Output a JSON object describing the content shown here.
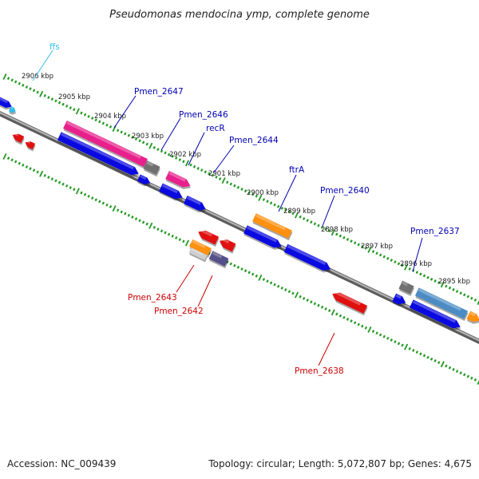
{
  "title": "Pseudomonas mendocina ymp, complete genome",
  "footer": {
    "accession": "Accession: NC_009439",
    "summary": "Topology: circular; Length: 5,072,807 bp; Genes: 4,675"
  },
  "scale_labels": [
    "2906 kbp",
    "2905 kbp",
    "2904 kbp",
    "2903 kbp",
    "2902 kbp",
    "2901 kbp",
    "2900 kbp",
    "2899 kbp",
    "2898 kbp",
    "2897 kbp",
    "2896 kbp",
    "2895 kbp"
  ],
  "gene_labels": [
    "ffs",
    "Pmen_2647",
    "Pmen_2646",
    "recR",
    "Pmen_2644",
    "ftrA",
    "Pmen_2640",
    "Pmen_2637",
    "Pmen_2643",
    "Pmen_2642",
    "Pmen_2638"
  ],
  "colors": {
    "blue": "#0a0ae0",
    "red": "#e01010",
    "magenta": "#e8208c",
    "orange": "#ff9010",
    "gray": "#707070",
    "purple": "#55508a",
    "steelblue": "#4c8cc4",
    "cyan": "#33bbe6",
    "tick_green": "#229922",
    "backbone": "#8a8a8a",
    "label_blue": "#0000b0",
    "label_red": "#cc0000"
  }
}
